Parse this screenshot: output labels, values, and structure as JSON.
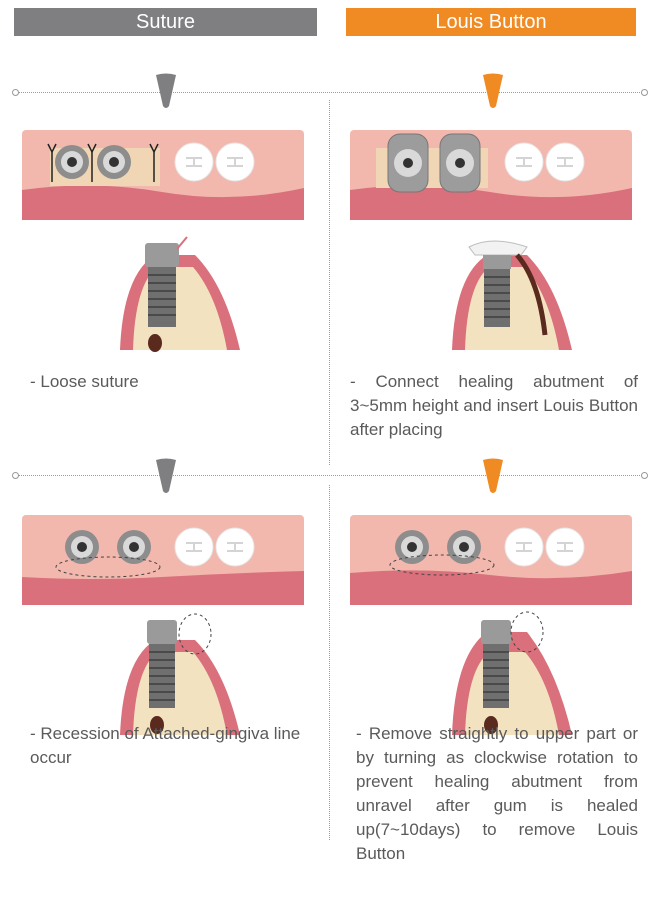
{
  "headers": {
    "left": "Suture",
    "right": "Louis Button"
  },
  "colors": {
    "suture": "#7f7f81",
    "louis_button": "#f08a23"
  },
  "panels": [
    {
      "id": "top-left",
      "caption": "- Loose suture"
    },
    {
      "id": "top-right",
      "caption": "- Connect healing abutment of 3~5mm height and insert Louis Button after placing"
    },
    {
      "id": "bottom-left",
      "caption": "- Recession of Attached-gingiva line occur"
    },
    {
      "id": "bottom-right",
      "caption": "- Remove straightly to upper part or by turning as clockwise rotation to prevent healing abutment from unravel after gum is healed up(7~10days) to remove Louis Button"
    }
  ]
}
